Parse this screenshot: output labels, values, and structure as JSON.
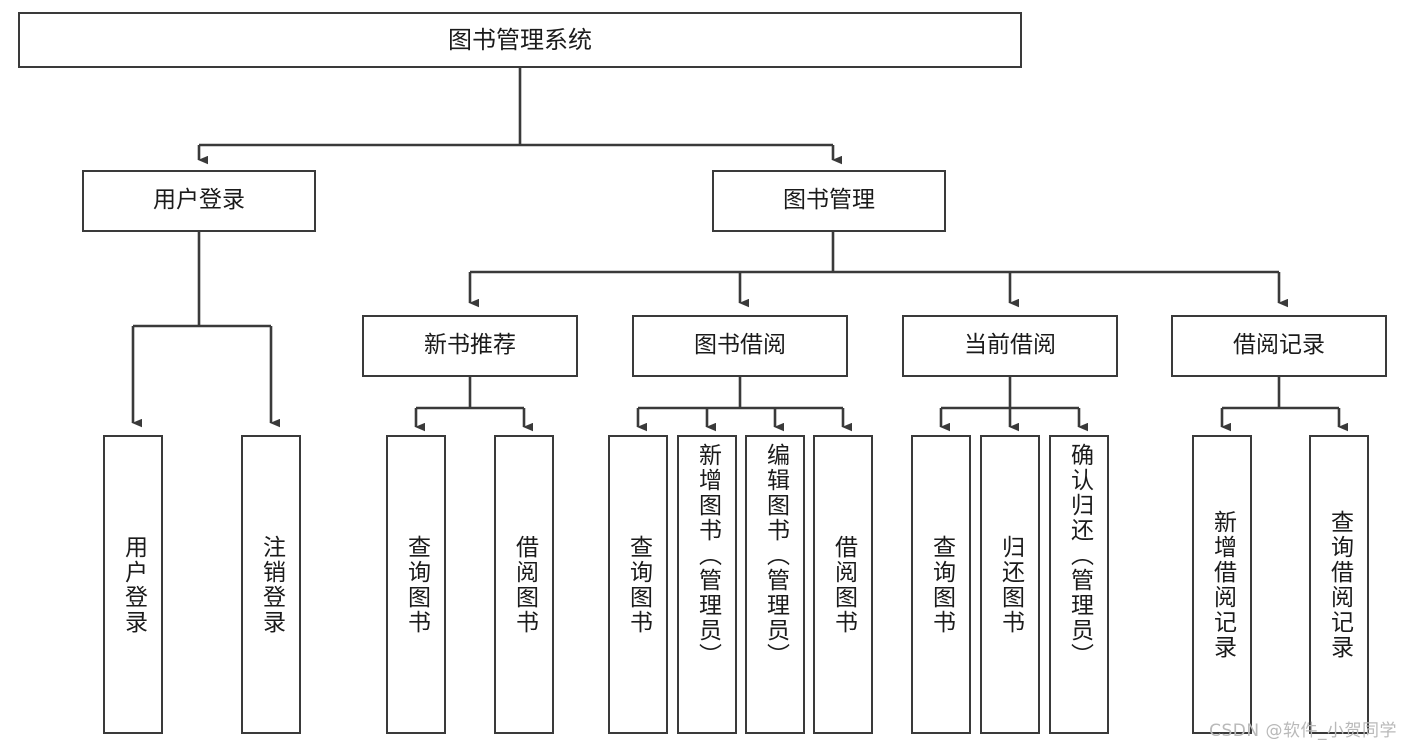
{
  "diagram": {
    "type": "tree-hierarchy-chart",
    "title": "图书管理系统",
    "background_color": "#ffffff",
    "line_color": "#3a3a3a",
    "box_border_color": "#3a3a3a",
    "levels": 4,
    "root": {
      "label": "图书管理系统"
    },
    "level2": [
      {
        "label": "用户登录"
      },
      {
        "label": "图书管理"
      }
    ],
    "level3": [
      {
        "label": "新书推荐"
      },
      {
        "label": "图书借阅"
      },
      {
        "label": "当前借阅"
      },
      {
        "label": "借阅记录"
      }
    ],
    "leaves": {
      "user_login": [
        {
          "label": "用户登录"
        },
        {
          "label": "注销登录"
        }
      ],
      "new_book_recommend": [
        {
          "label": "查询图书"
        },
        {
          "label": "借阅图书"
        }
      ],
      "book_borrow": [
        {
          "label": "查询图书"
        },
        {
          "label": "新增图书（管理员）"
        },
        {
          "label": "编辑图书（管理员）"
        },
        {
          "label": "借阅图书"
        }
      ],
      "current_borrow": [
        {
          "label": "查询图书"
        },
        {
          "label": "归还图书"
        },
        {
          "label": "确认归还（管理员）"
        }
      ],
      "borrow_record": [
        {
          "label": "新增借阅记录"
        },
        {
          "label": "查询借阅记录"
        }
      ]
    }
  },
  "watermark": {
    "text": "CSDN @软件_小贺同学"
  }
}
